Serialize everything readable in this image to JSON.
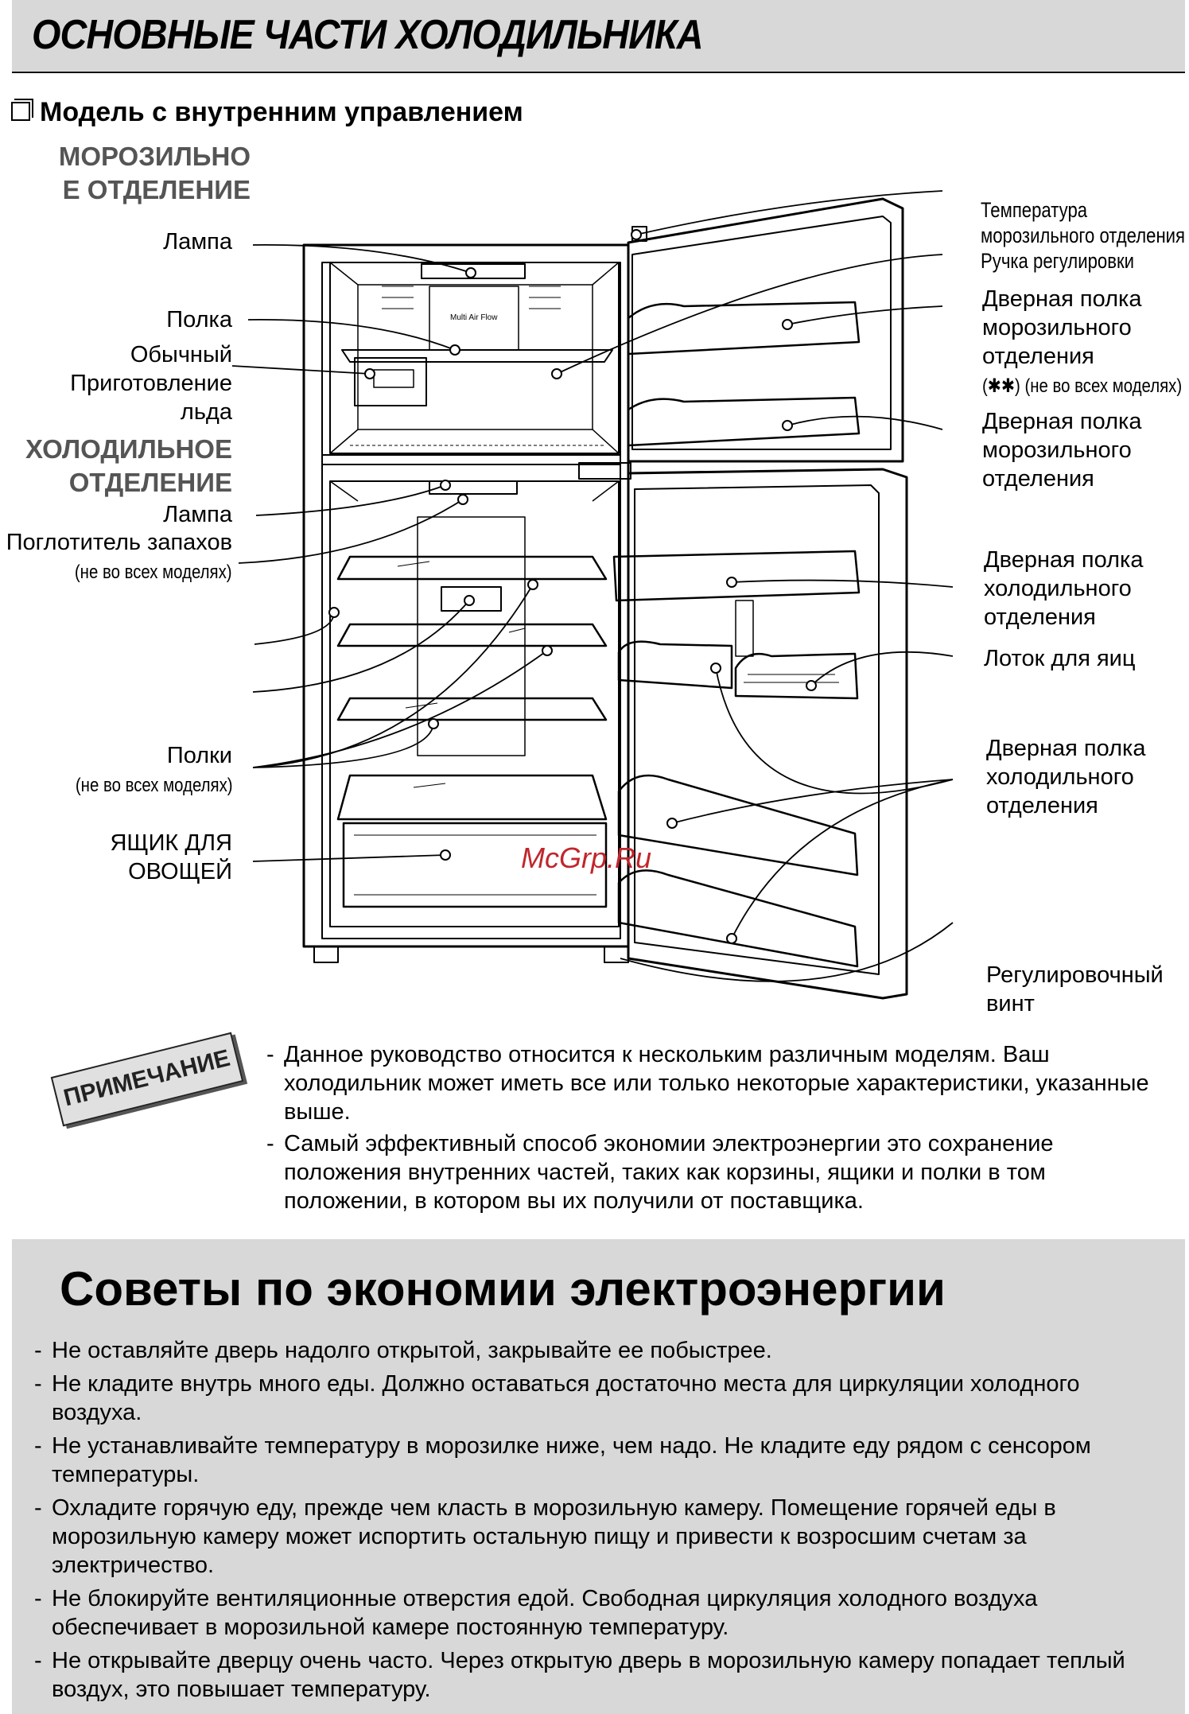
{
  "header": {
    "title": "ОСНОВНЫЕ ЧАСТИ ХОЛОДИЛЬНИКА"
  },
  "subtitle": "Модель с внутренним управлением",
  "left_labels": {
    "freezer_section_1": "МОРОЗИЛЬНО",
    "freezer_section_2": "Е ОТДЕЛЕНИЕ",
    "lamp_1": "Лампа",
    "shelf": "Полка",
    "ice_1": "Обычный",
    "ice_2": "Приготовление",
    "ice_3": "льда",
    "fridge_section_1": "ХОЛОДИЛЬНОЕ",
    "fridge_section_2": "ОТДЕЛЕНИЕ",
    "lamp_2": "Лампа",
    "odor": "Поглотитель запахов",
    "odor_note": "(не во всех моделях)",
    "shelves": "Полки",
    "shelves_note": "(не во всех моделях)",
    "crisper_1": "ЯЩИК ДЛЯ",
    "crisper_2": "ОВОЩЕЙ"
  },
  "right_labels": {
    "temp_1": "Температура",
    "temp_2": "морозильного отделения",
    "temp_3": "Ручка регулировки",
    "fz_door_1a": "Дверная полка",
    "fz_door_1b": "морозильного",
    "fz_door_1c": "отделения",
    "fz_door_1_note": "(✱✱) (не во всех моделях)",
    "fz_door_2a": "Дверная полка",
    "fz_door_2b": "морозильного",
    "fz_door_2c": "отделения",
    "fr_door_1a": "Дверная полка",
    "fr_door_1b": "холодильного",
    "fr_door_1c": "отделения",
    "egg": "Лоток для яиц",
    "fr_door_2a": "Дверная полка",
    "fr_door_2b": "холодильного",
    "fr_door_2c": "отделения",
    "screw_1": "Регулировочный",
    "screw_2": "винт"
  },
  "diagram_text": {
    "airflow": "Multi Air Flow",
    "watermark": "McGrp.Ru"
  },
  "note": {
    "badge": "ПРИМЕЧАНИЕ",
    "items": [
      "Данное руководство относится к нескольким различным моделям. Ваш холодильник может иметь все или только некоторые характеристики, указанные выше.",
      "Самый эффективный способ экономии электроэнергии это сохранение положения внутренних частей, таких как корзины, ящики и полки в том положении, в котором вы их получили от поставщика."
    ]
  },
  "tips": {
    "title": "Советы по экономии электроэнергии",
    "items": [
      "Не оставляйте дверь надолго открытой, закрывайте ее побыстрее.",
      "Не кладите внутрь много еды. Должно оставаться достаточно места для циркуляции холодного воздуха.",
      "Не устанавливайте температуру в морозилке ниже, чем надо. Не кладите еду рядом с сенсором температуры.",
      "Охладите горячую еду, прежде чем класть в морозильную камеру. Помещение горячей еды в морозильную камеру может испортить остальную пищу и привести к возросшим счетам за электричество.",
      "Не блокируйте вентиляционные отверстия едой. Свободная циркуляция холодного воздуха обеспечивает в морозильной камере постоянную температуру.",
      "Не открывайте дверцу очень часто. Через открытую дверь в морозильную камеру попадает теплый воздух, это повышает температуру."
    ]
  }
}
